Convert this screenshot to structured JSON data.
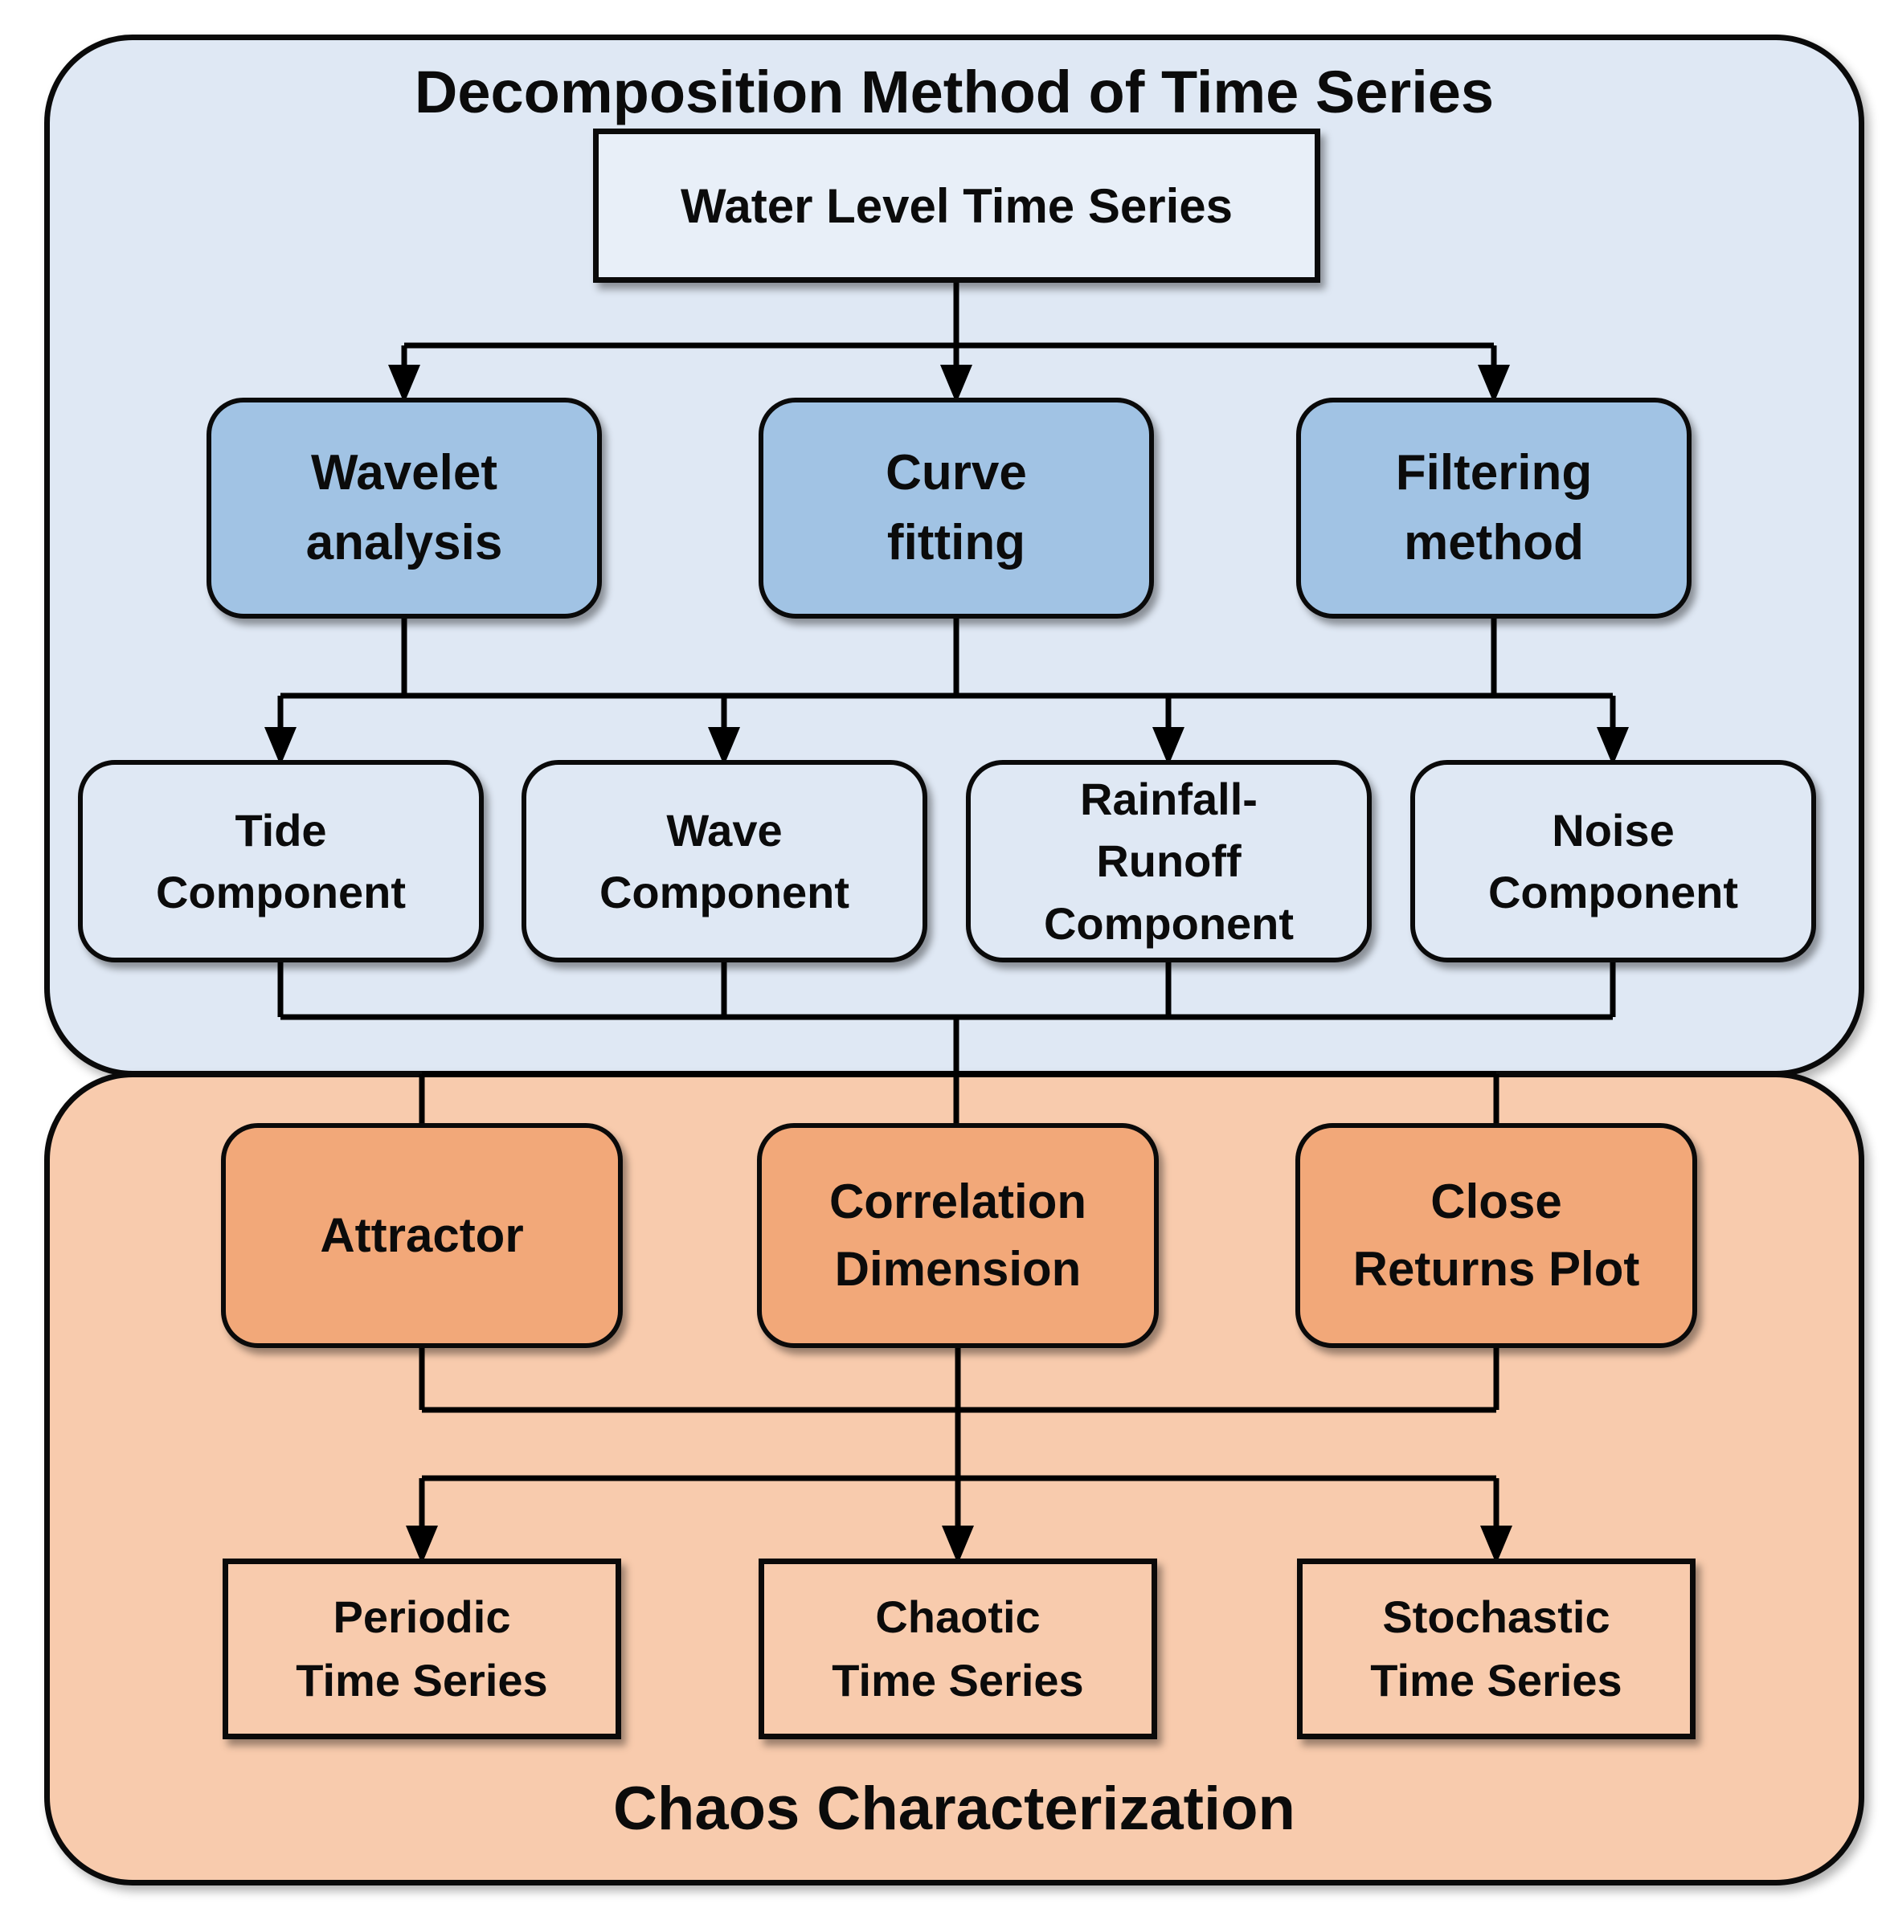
{
  "diagram": {
    "decomposition": {
      "title": "Decomposition Method of Time Series",
      "source_label": "Water Level Time Series",
      "methods": [
        {
          "label": "Wavelet\nanalysis"
        },
        {
          "label": "Curve\nfitting"
        },
        {
          "label": "Filtering\nmethod"
        }
      ],
      "components": [
        {
          "label": "Tide\nComponent"
        },
        {
          "label": "Wave\nComponent"
        },
        {
          "label": "Rainfall-\nRunoff\nComponent"
        },
        {
          "label": "Noise\nComponent"
        }
      ]
    },
    "chaos": {
      "title": "Chaos Characterization",
      "tools": [
        {
          "label": "Attractor"
        },
        {
          "label": "Correlation\nDimension"
        },
        {
          "label": "Close\nReturns Plot"
        }
      ],
      "results": [
        {
          "label": "Periodic\nTime Series"
        },
        {
          "label": "Chaotic\nTime Series"
        },
        {
          "label": "Stochastic\nTime Series"
        }
      ]
    },
    "palette": {
      "section_blue_bg": "#dfe8f4",
      "method_box_blue": "#a1c3e4",
      "light_blue_box": "#e8eff8",
      "section_orange_bg": "#f8cbad",
      "tool_box_orange": "#f2a879",
      "line_color": "#000000",
      "text_color": "#0b0b0b"
    }
  }
}
